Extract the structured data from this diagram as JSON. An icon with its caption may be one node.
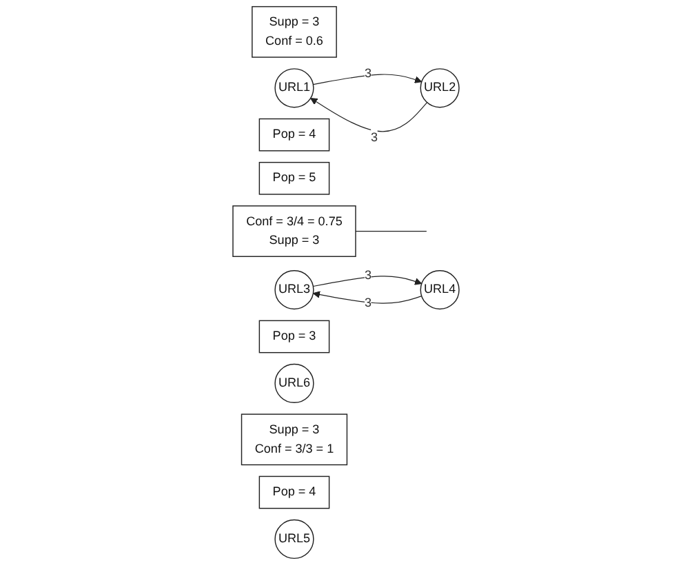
{
  "diagram": {
    "nodes": [
      {
        "text": [
          "Supp = 3",
          "Conf = 0.6"
        ]
      },
      {
        "text": [
          "URL1"
        ]
      },
      {
        "text": [
          "Pop = 4"
        ]
      },
      {
        "text": [
          "URL2"
        ]
      },
      {
        "text": [
          "Pop = 5"
        ]
      },
      {
        "text": [
          "Conf = 3/4 = 0.75",
          "Supp = 3"
        ]
      },
      {
        "text": [
          "URL3"
        ]
      },
      {
        "text": [
          "Pop = 3"
        ]
      },
      {
        "text": [
          "URL6"
        ]
      },
      {
        "text": [
          "Supp = 3",
          "Conf = 3/3 = 1"
        ]
      },
      {
        "text": [
          "URL4"
        ]
      },
      {
        "text": [
          "Pop = 4"
        ]
      },
      {
        "text": [
          "URL5"
        ]
      }
    ],
    "edges": [
      {
        "from": 1,
        "to": 3,
        "arrow": "to",
        "label": "3"
      },
      {
        "from": 3,
        "to": 1,
        "arrow": "to",
        "label": "3"
      },
      {
        "from": 10,
        "to": 6,
        "arrow": "to",
        "label": "3"
      },
      {
        "from": 6,
        "to": 10,
        "arrow": "to",
        "label": "3"
      },
      {
        "from": 5,
        "to": null,
        "arrow": "none"
      }
    ]
  }
}
